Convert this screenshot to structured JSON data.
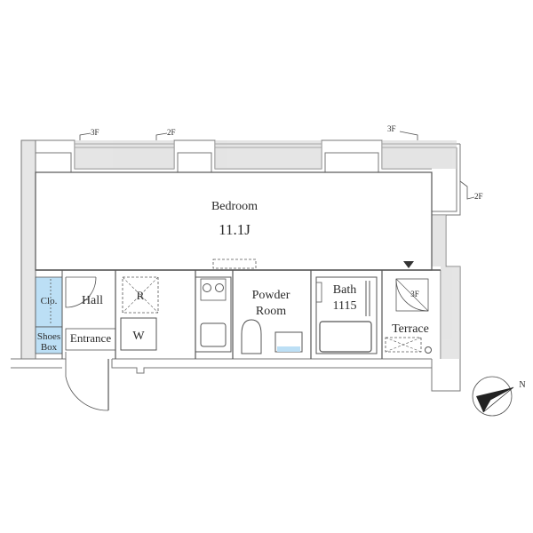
{
  "rooms": {
    "bedroom": "Bedroom",
    "bedroom_size": "11.1J",
    "hall": "Hall",
    "closet": "Clo.",
    "shoes_box_line1": "Shoes",
    "shoes_box_line2": "Box",
    "entrance": "Entrance",
    "refrigerator": "R",
    "washer": "W",
    "powder_room_line1": "Powder",
    "powder_room_line2": "Room",
    "bath": "Bath",
    "bath_size": "1115",
    "terrace": "Terrace"
  },
  "floor_marks": {
    "top_left": "3F",
    "top_mid": "2F",
    "top_right": "3F",
    "right_side": "2F",
    "terrace": "3F"
  },
  "compass": {
    "label": "N",
    "icon": "north-arrow-icon"
  },
  "colors": {
    "wall": "#8a8a8a",
    "closet_fill": "#bcdff5",
    "line": "#444444"
  }
}
